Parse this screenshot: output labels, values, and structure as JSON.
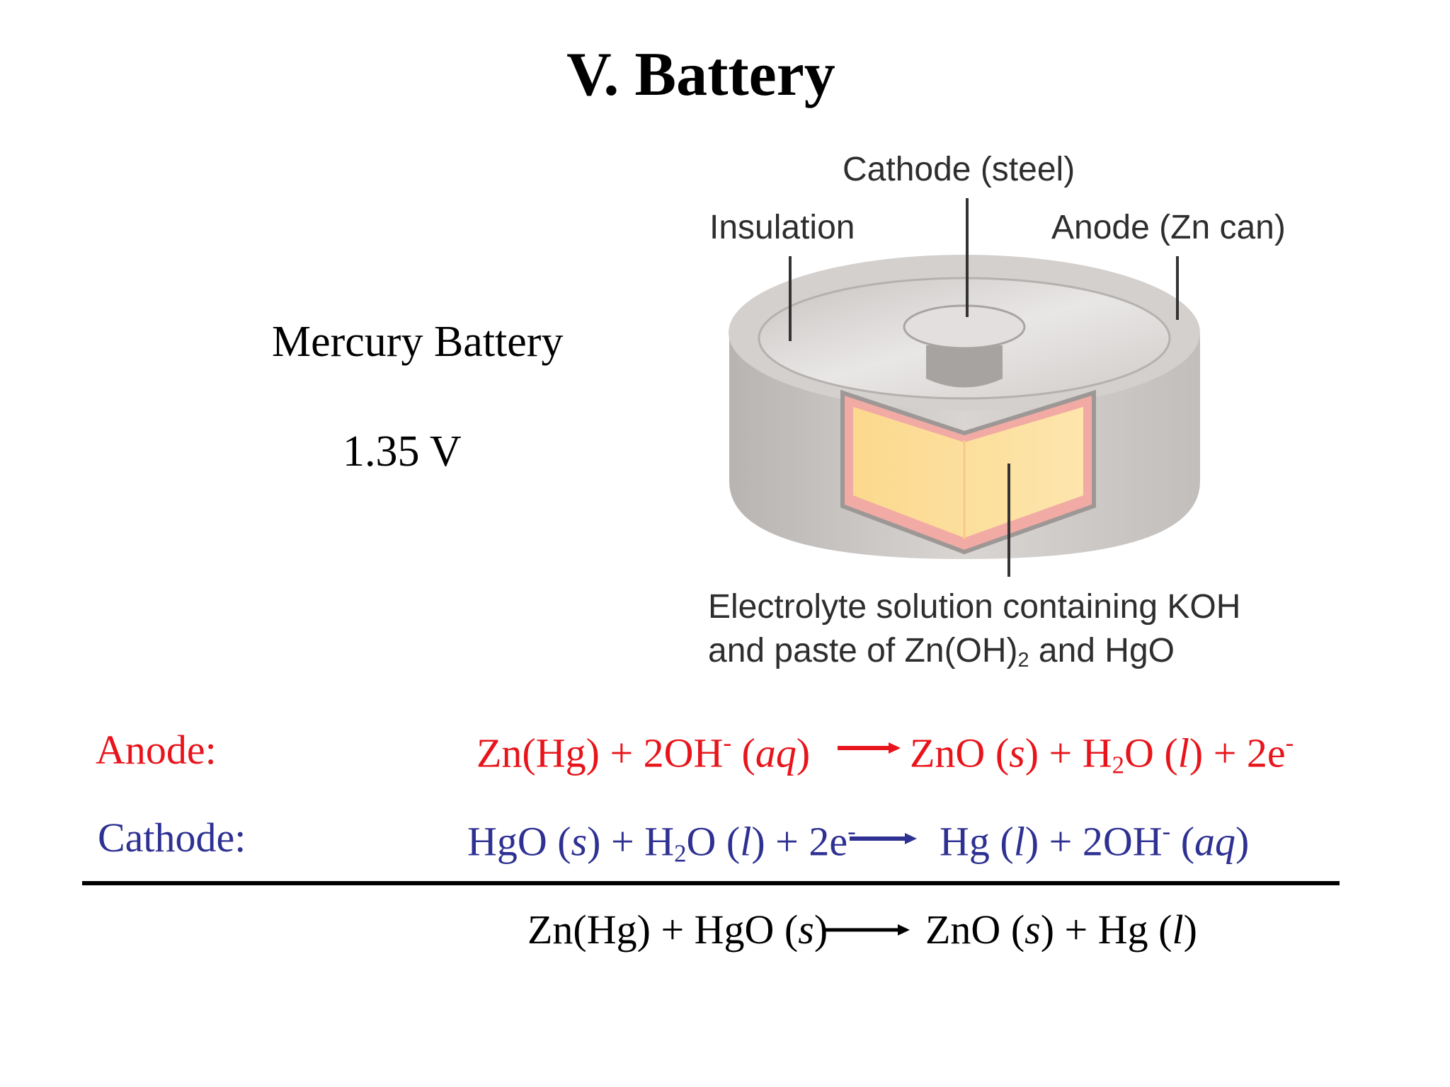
{
  "title": "V. Battery",
  "subtitle": "Mercury Battery",
  "voltage": "1.35 V",
  "diagram": {
    "labels": {
      "cathode": "Cathode (steel)",
      "insulation": "Insulation",
      "anode": "Anode (Zn can)",
      "electrolyte_line1": "Electrolyte solution containing KOH",
      "electrolyte_line2_a": "and paste of Zn(OH)",
      "electrolyte_line2_sub": "2",
      "electrolyte_line2_b": " and HgO"
    }
  },
  "equations": {
    "anode": {
      "label": "Anode:",
      "color": "#e8141b",
      "reactants": {
        "a": "Zn(Hg) + 2OH",
        "sup": "-",
        "b": " (",
        "state": "aq",
        "c": ")"
      },
      "products": {
        "a": "ZnO (",
        "s1": "s",
        "b": ") + H",
        "sub": "2",
        "c": "O (",
        "s2": "l",
        "d": ") + 2e",
        "sup": "-"
      }
    },
    "cathode": {
      "label": "Cathode:",
      "color": "#2e3192",
      "reactants": {
        "a": "HgO (",
        "s1": "s",
        "b": ") + H",
        "sub": "2",
        "c": "O (",
        "s2": "l",
        "d": ") + 2e",
        "sup": "-"
      },
      "products": {
        "a": "Hg (",
        "s1": "l",
        "b": ") + 2OH",
        "sup": "-",
        "c": " (",
        "s2": "aq",
        "d": ")"
      }
    },
    "overall": {
      "reactants": {
        "a": "Zn(Hg) + HgO (",
        "s1": "s",
        "b": ")"
      },
      "products": {
        "a": "ZnO (",
        "s1": "s",
        "b": ") + Hg (",
        "s2": "l",
        "c": ")"
      }
    }
  }
}
